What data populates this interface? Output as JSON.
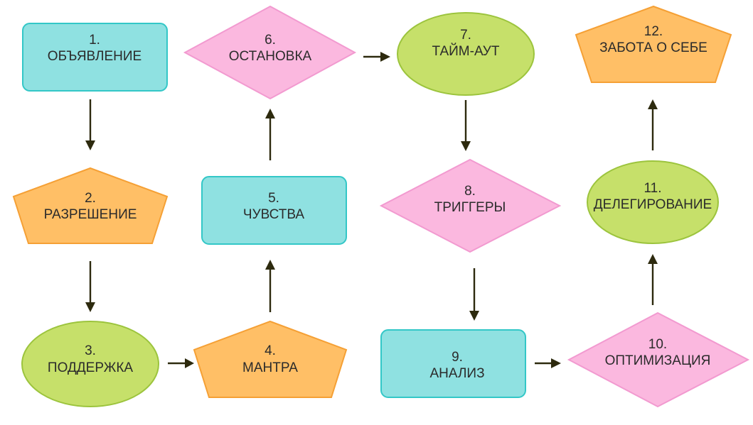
{
  "colors": {
    "rect_fill": "#8fe1e1",
    "rect_stroke": "#33c7c7",
    "pentagon_fill": "#ffbf66",
    "pentagon_stroke": "#f5a035",
    "ellipse_fill": "#c6e06a",
    "ellipse_stroke": "#9cc43d",
    "diamond_fill": "#fbb8df",
    "diamond_stroke": "#f29ad0",
    "arrow": "#2d2a0e",
    "text": "#2b2b2b"
  },
  "steps": [
    {
      "num": "1.",
      "label": "ОБЪЯВЛЕНИЕ",
      "shape": "rounded-rectangle"
    },
    {
      "num": "2.",
      "label": "РАЗРЕШЕНИЕ",
      "shape": "pentagon"
    },
    {
      "num": "3.",
      "label": "ПОДДЕРЖКА",
      "shape": "ellipse"
    },
    {
      "num": "4.",
      "label": "МАНТРА",
      "shape": "pentagon"
    },
    {
      "num": "5.",
      "label": "ЧУВСТВА",
      "shape": "rounded-rectangle"
    },
    {
      "num": "6.",
      "label": "ОСТАНОВКА",
      "shape": "diamond"
    },
    {
      "num": "7.",
      "label": "ТАЙМ-АУТ",
      "shape": "ellipse"
    },
    {
      "num": "8.",
      "label": "ТРИГГЕРЫ",
      "shape": "diamond"
    },
    {
      "num": "9.",
      "label": "АНАЛИЗ",
      "shape": "rounded-rectangle"
    },
    {
      "num": "10.",
      "label": "ОПТИМИЗАЦИЯ",
      "shape": "diamond"
    },
    {
      "num": "11.",
      "label": "ДЕЛЕГИРОВАНИЕ",
      "shape": "ellipse"
    },
    {
      "num": "12.",
      "label": "ЗАБОТА О СЕБЕ",
      "shape": "pentagon"
    }
  ],
  "connections": [
    {
      "from": 1,
      "to": 2
    },
    {
      "from": 2,
      "to": 3
    },
    {
      "from": 3,
      "to": 4
    },
    {
      "from": 4,
      "to": 5
    },
    {
      "from": 5,
      "to": 6
    },
    {
      "from": 6,
      "to": 7
    },
    {
      "from": 7,
      "to": 8
    },
    {
      "from": 8,
      "to": 9
    },
    {
      "from": 9,
      "to": 10
    },
    {
      "from": 10,
      "to": 11
    },
    {
      "from": 11,
      "to": 12
    }
  ]
}
